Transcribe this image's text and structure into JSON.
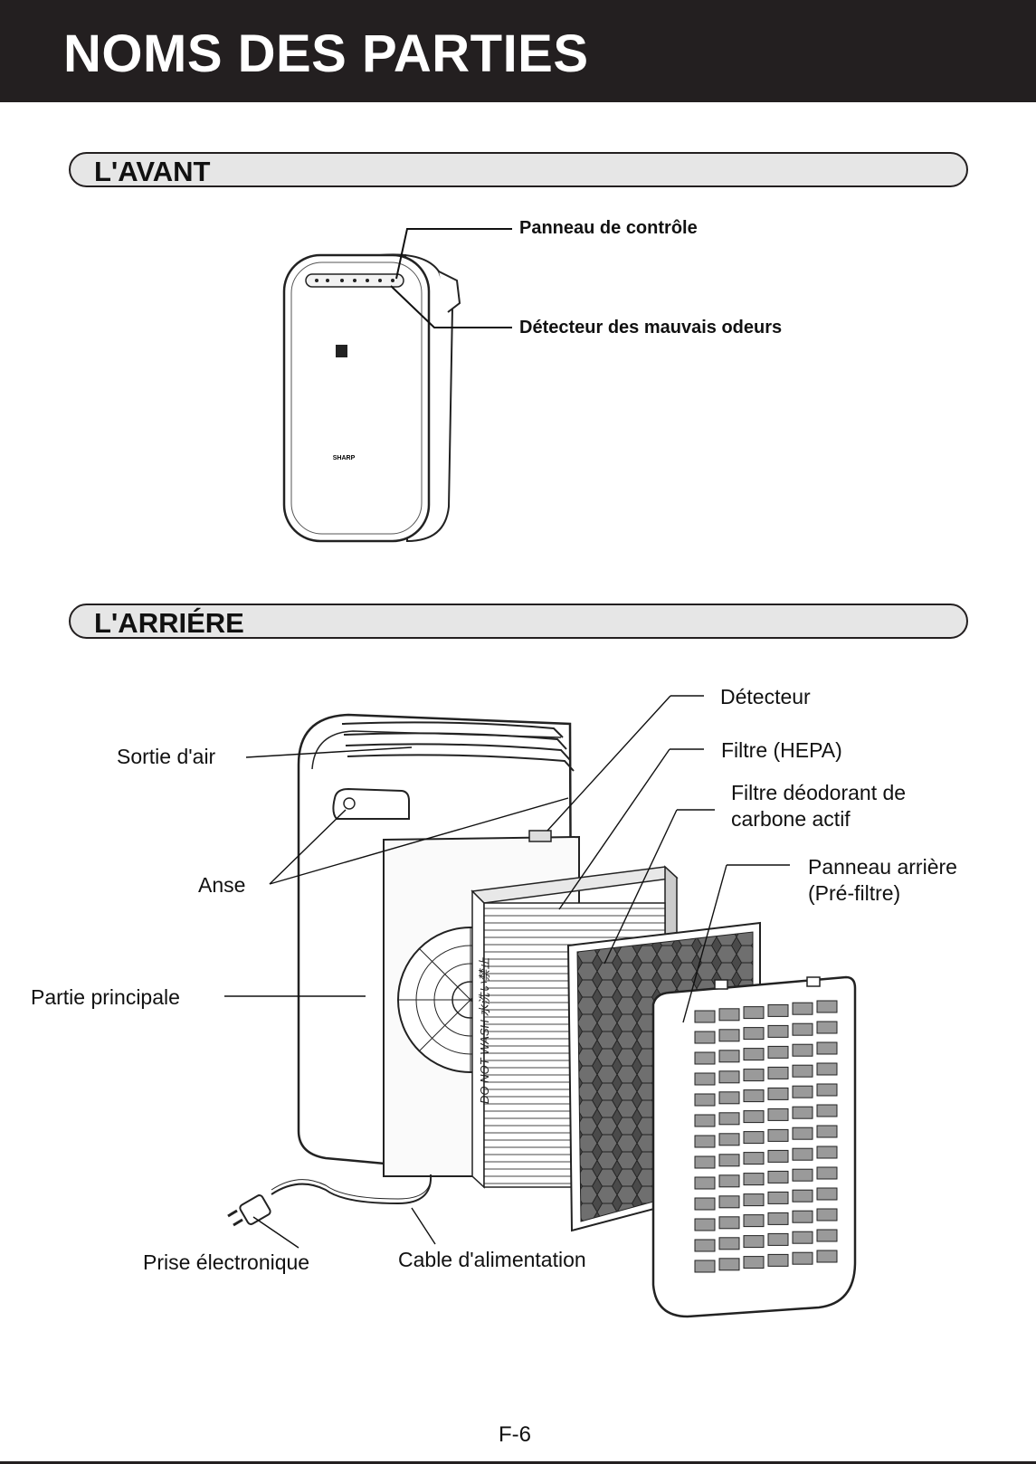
{
  "page_title": "NOMS DES PARTIES",
  "front": {
    "heading": "L'AVANT",
    "brand": "SHARP",
    "labels": {
      "control_panel": "Panneau de contrôle",
      "odor_sensor": "Détecteur des mauvais odeurs"
    }
  },
  "back": {
    "heading": "L'ARRIÉRE",
    "filter_text": "DO NOT WASH 水洗い禁止",
    "labels": {
      "sensor": "Détecteur",
      "hepa_filter": "Filtre (HEPA)",
      "carbon_filter_line1": "Filtre déodorant de",
      "carbon_filter_line2": "carbone actif",
      "rear_panel_line1": "Panneau arrière",
      "rear_panel_line2": "(Pré-filtre)",
      "air_outlet": "Sortie d'air",
      "handle": "Anse",
      "main_body": "Partie principale",
      "plug": "Prise électronique",
      "power_cord": "Cable d'alimentation"
    }
  },
  "page_number": "F-6"
}
